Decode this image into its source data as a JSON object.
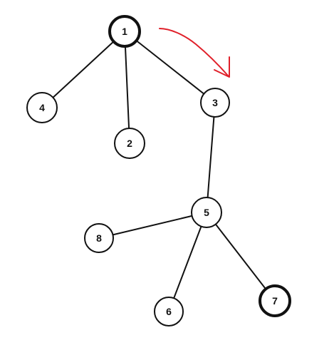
{
  "diagram": {
    "type": "tree",
    "nodes": [
      {
        "id": "1",
        "label": "1",
        "emphasized": true
      },
      {
        "id": "4",
        "label": "4",
        "emphasized": false
      },
      {
        "id": "2",
        "label": "2",
        "emphasized": false
      },
      {
        "id": "3",
        "label": "3",
        "emphasized": false
      },
      {
        "id": "5",
        "label": "5",
        "emphasized": false
      },
      {
        "id": "8",
        "label": "8",
        "emphasized": false
      },
      {
        "id": "6",
        "label": "6",
        "emphasized": false
      },
      {
        "id": "7",
        "label": "7",
        "emphasized": true
      }
    ],
    "edges": [
      [
        "1",
        "4"
      ],
      [
        "1",
        "2"
      ],
      [
        "1",
        "3"
      ],
      [
        "3",
        "5"
      ],
      [
        "5",
        "8"
      ],
      [
        "5",
        "6"
      ],
      [
        "5",
        "7"
      ]
    ],
    "annotation": {
      "type": "arrow",
      "color": "#e0202a",
      "meaning": "direction"
    },
    "colors": {
      "node_stroke": "#111111",
      "node_fill": "#ffffff",
      "edge": "#111111",
      "arrow": "#e0202a"
    }
  }
}
